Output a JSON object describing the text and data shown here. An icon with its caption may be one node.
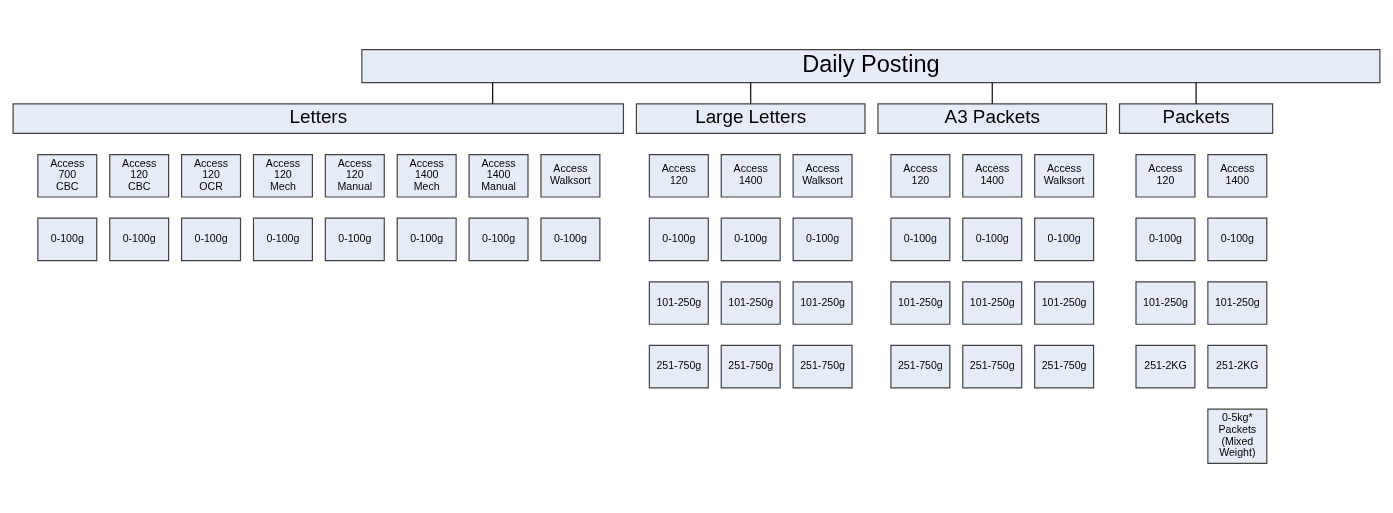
{
  "diagram": {
    "nodes": [
      {
        "text": [
          "Daily Posting"
        ]
      },
      {
        "text": [
          "Letters"
        ]
      },
      {
        "text": [
          "Access 700 CBC"
        ]
      },
      {
        "text": [
          "Access 120 CBC"
        ]
      },
      {
        "text": [
          "Access 120 OCR"
        ]
      },
      {
        "text": [
          "Access 120 Mech"
        ]
      },
      {
        "text": [
          "Access 120 Manual"
        ]
      },
      {
        "text": [
          "Access 1400 Mech"
        ]
      },
      {
        "text": [
          "Access 1400 Manual"
        ]
      },
      {
        "text": [
          "Access Walksort"
        ]
      },
      {
        "text": [
          "0-100g"
        ]
      },
      {
        "text": [
          "0-100g"
        ]
      },
      {
        "text": [
          "0-100g"
        ]
      },
      {
        "text": [
          "0-100g"
        ]
      },
      {
        "text": [
          "0-100g"
        ]
      },
      {
        "text": [
          "0-100g"
        ]
      },
      {
        "text": [
          "0-100g"
        ]
      },
      {
        "text": [
          "0-100g"
        ]
      },
      {
        "text": [
          "Large Letters"
        ]
      },
      {
        "text": [
          "Access 120"
        ]
      },
      {
        "text": [
          "Access 1400"
        ]
      },
      {
        "text": [
          "Access Walksort"
        ]
      },
      {
        "text": [
          "0-100g"
        ]
      },
      {
        "text": [
          "101-250g"
        ]
      },
      {
        "text": [
          "251-750g"
        ]
      },
      {
        "text": [
          "0-100g"
        ]
      },
      {
        "text": [
          "101-250g"
        ]
      },
      {
        "text": [
          "251-750g"
        ]
      },
      {
        "text": [
          "0-100g"
        ]
      },
      {
        "text": [
          "101-250g"
        ]
      },
      {
        "text": [
          "251-750g"
        ]
      },
      {
        "text": [
          "A3 Packets"
        ]
      },
      {
        "text": [
          "Access 120"
        ]
      },
      {
        "text": [
          "Access 1400"
        ]
      },
      {
        "text": [
          "Access Walksort"
        ]
      },
      {
        "text": [
          "0-100g"
        ]
      },
      {
        "text": [
          "101-250g"
        ]
      },
      {
        "text": [
          "251-750g"
        ]
      },
      {
        "text": [
          "0-100g"
        ]
      },
      {
        "text": [
          "101-250g"
        ]
      },
      {
        "text": [
          "251-750g"
        ]
      },
      {
        "text": [
          "0-100g"
        ]
      },
      {
        "text": [
          "101-250g"
        ]
      },
      {
        "text": [
          "251-750g"
        ]
      },
      {
        "text": [
          "Packets"
        ]
      },
      {
        "text": [
          "Access 120"
        ]
      },
      {
        "text": [
          "Access 1400"
        ]
      },
      {
        "text": [
          "0-100g"
        ]
      },
      {
        "text": [
          "101-250g"
        ]
      },
      {
        "text": [
          "251-2KG"
        ]
      },
      {
        "text": [
          "0-100g"
        ]
      },
      {
        "text": [
          "101-250g"
        ]
      },
      {
        "text": [
          "251-2KG"
        ]
      },
      {
        "text": [
          "0-5kg* Packets (Mixed Weight)"
        ]
      }
    ],
    "edges": [
      {
        "from": 0,
        "to": 1,
        "arrow": "none"
      },
      {
        "from": 0,
        "to": 18,
        "arrow": "none"
      },
      {
        "from": 0,
        "to": 31,
        "arrow": "none"
      },
      {
        "from": 0,
        "to": 44,
        "arrow": "none"
      }
    ]
  }
}
